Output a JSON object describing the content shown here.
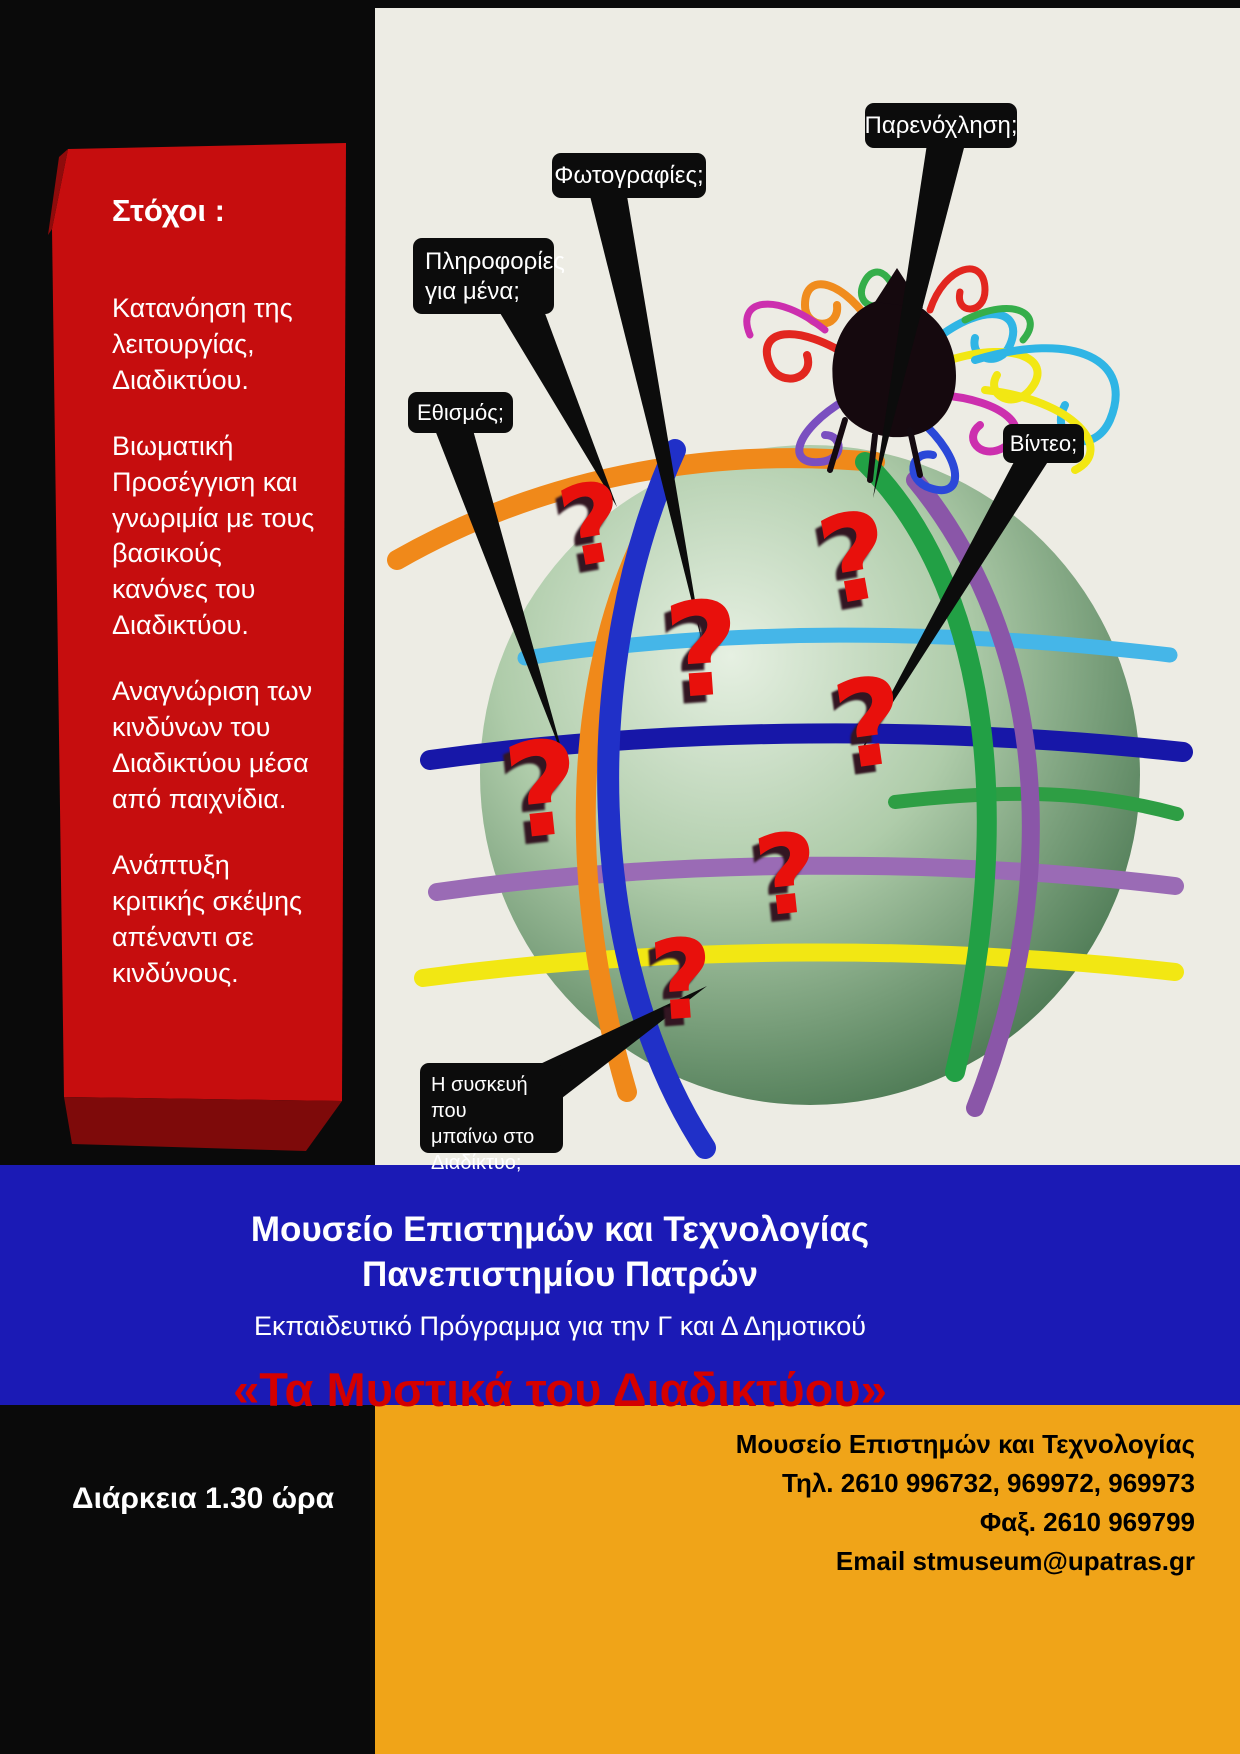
{
  "poster": {
    "goals": {
      "heading": "Στόχοι :",
      "items": [
        "Κατανόηση της λειτουργίας, Διαδικτύου.",
        "Βιωματική Προσέγγιση και γνωριμία με τους βασικούς κανόνες του Διαδικτύου.",
        "Αναγνώριση των  κινδύνων του Διαδικτύου μέσα από παιχνίδια.",
        "Ανάπτυξη κριτικής σκέψης απέναντι σε κινδύνους."
      ]
    },
    "callouts": {
      "harassment": "Παρενόχληση;",
      "photos": "Φωτογραφίες;",
      "info_line1": "Πληροφορίες",
      "info_line2": "για μένα;",
      "addiction": "Εθισμός;",
      "video": "Βίντεο;",
      "device_line1": "Η συσκευή που",
      "device_line2": "μπαίνω  στο",
      "device_line3": "Διαδίκτυο;"
    },
    "qmark": "?",
    "banner": {
      "museum_line1": "Μουσείο  Επιστημών και Τεχνολογίας",
      "museum_line2": "Πανεπιστημίου Πατρών",
      "program": "Εκπαιδευτικό Πρόγραμμα για την Γ και Δ Δημοτικού",
      "title": "«Τα Μυστικά του Διαδικτύου»"
    },
    "footer": {
      "duration": "Διάρκεια  1.30 ώρα",
      "contact_lines": [
        "Μουσείο Επιστημών και Τεχνολογίας",
        "Τηλ. 2610 996732, 969972, 969973",
        "Φαξ. 2610 969799",
        "Email stmuseum@upatras.gr"
      ]
    },
    "colors": {
      "red_panel": "#C60D0E",
      "blue_band": "#1B1AB5",
      "orange_band": "#F0A418",
      "title_red": "#D40000",
      "cream": "#EDECE4"
    }
  }
}
